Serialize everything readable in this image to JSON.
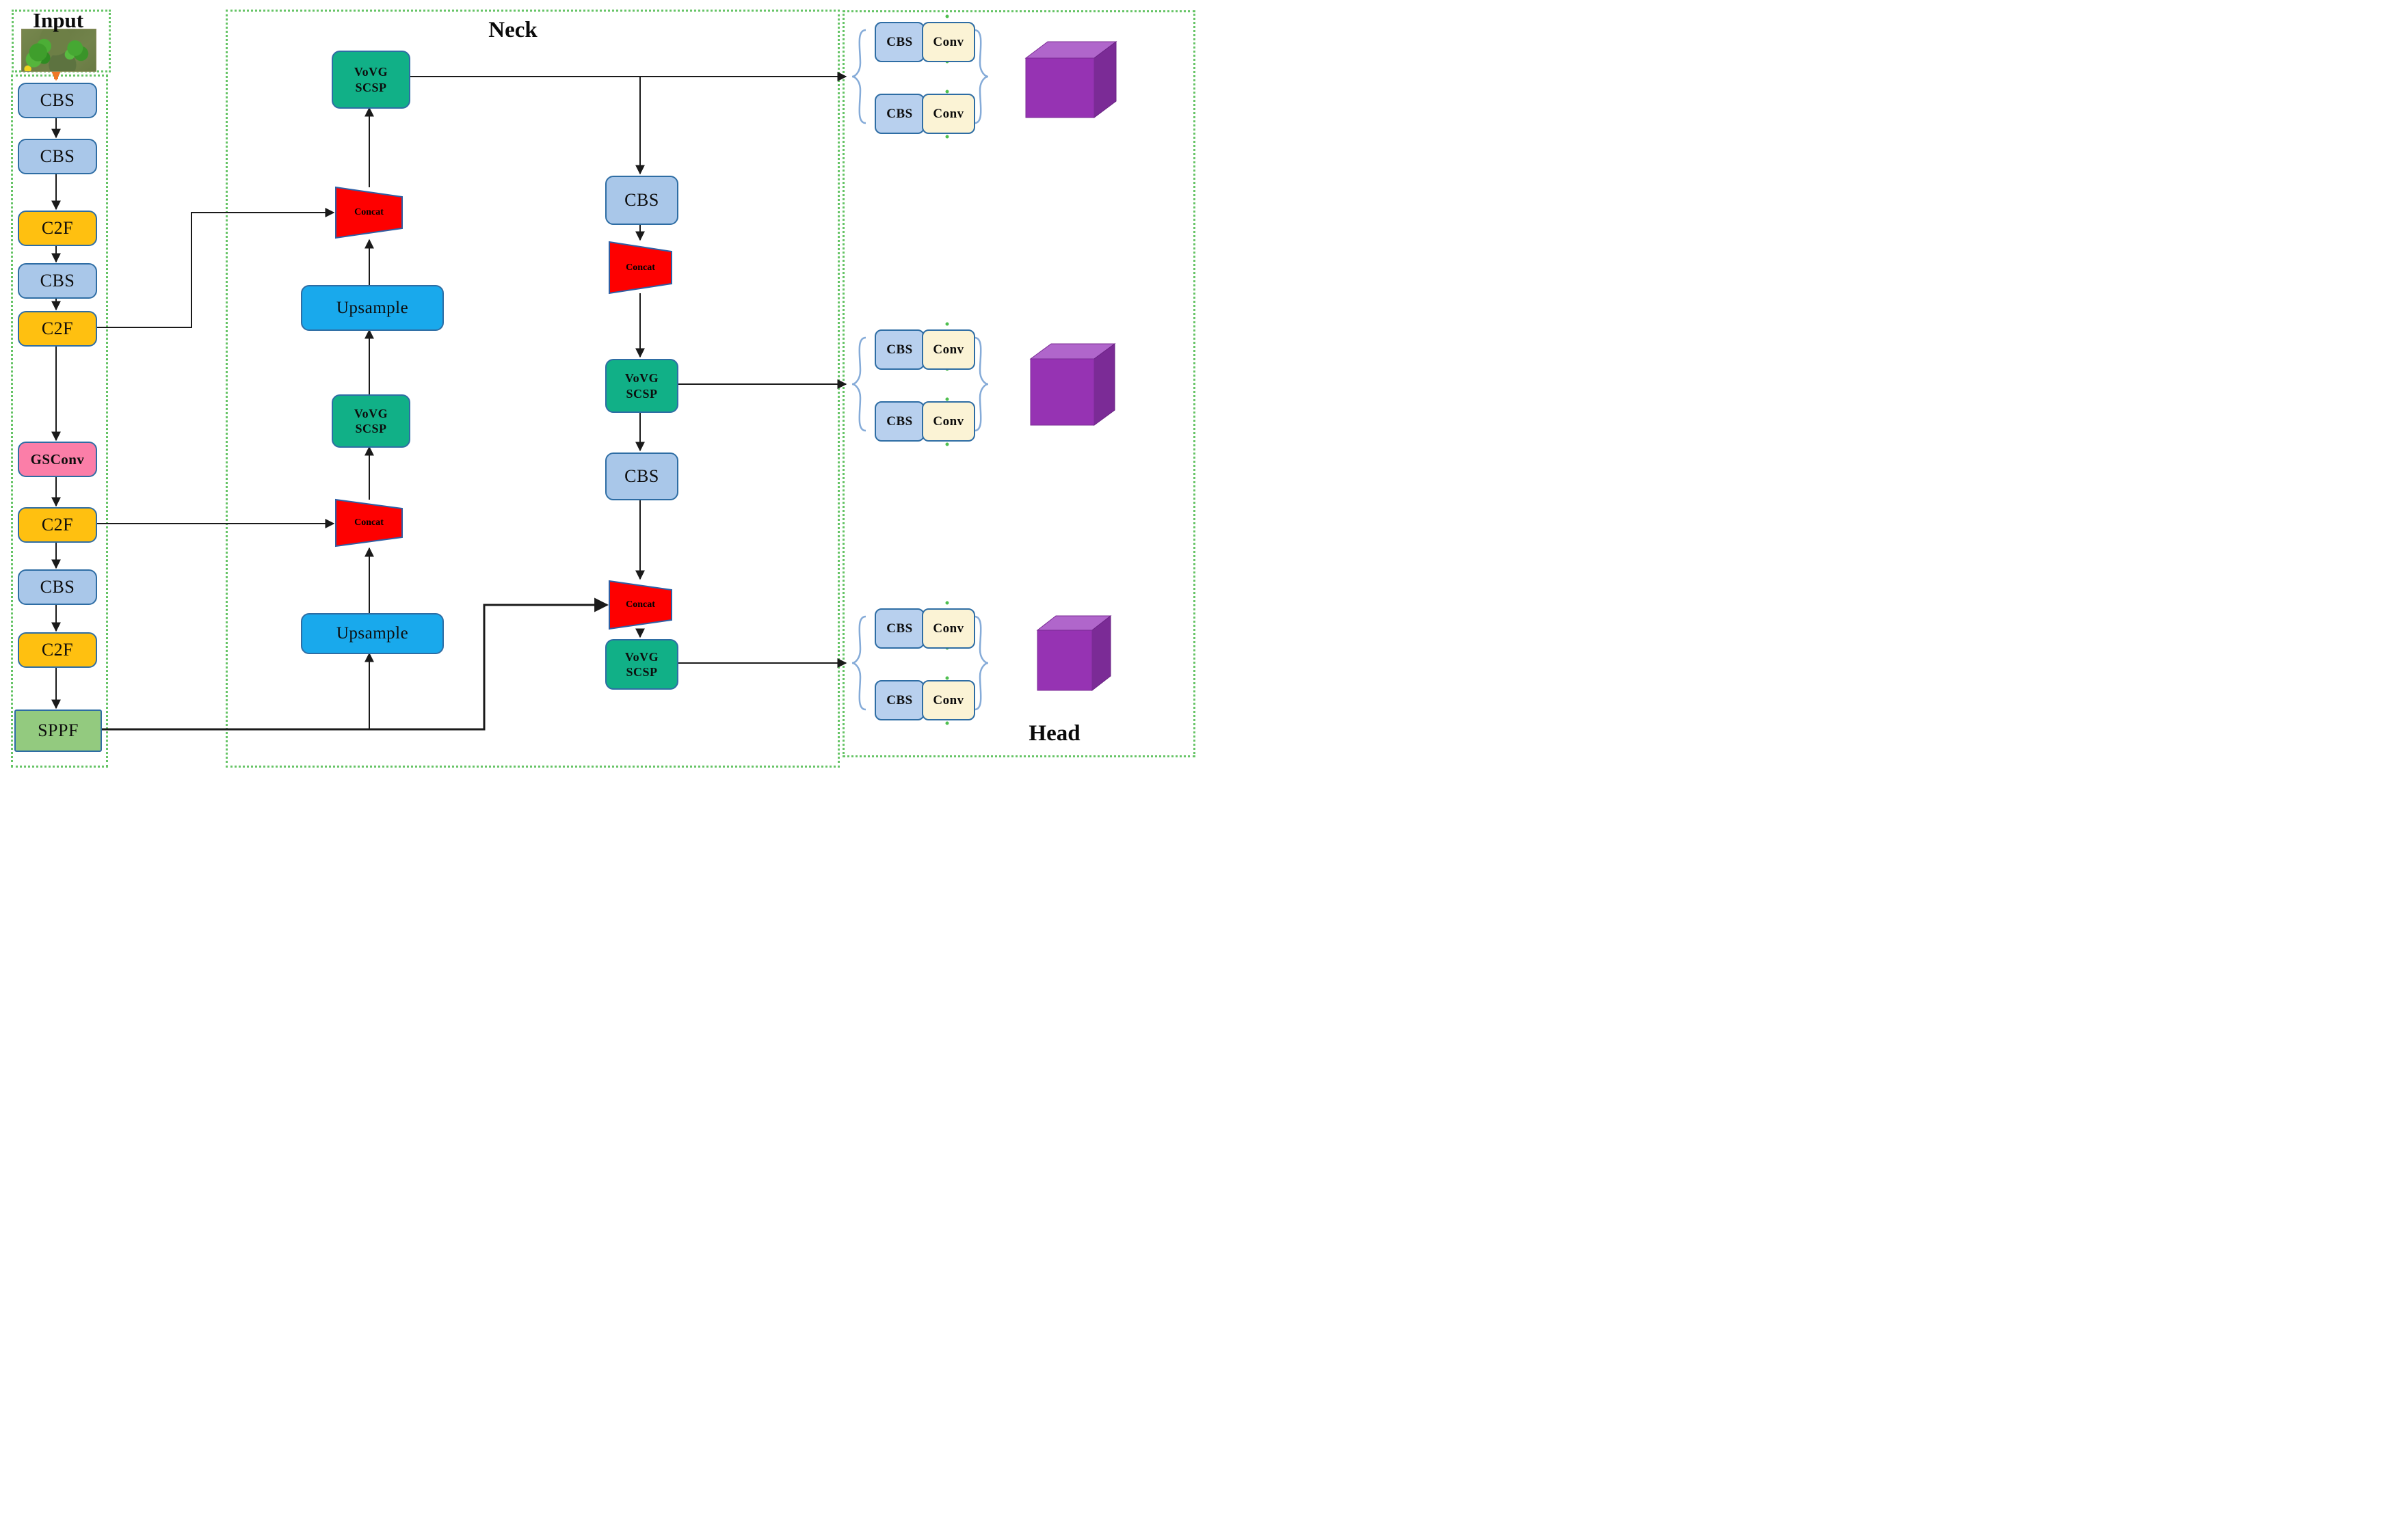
{
  "input": {
    "title": "Input"
  },
  "backbone": {
    "blocks": [
      "CBS",
      "CBS",
      "C2F",
      "CBS",
      "C2F",
      "GSConv",
      "C2F",
      "CBS",
      "C2F",
      "SPPF"
    ]
  },
  "neck": {
    "title": "Neck",
    "blocks": {
      "vovg1": {
        "line1": "VoVG",
        "line2": "SCSP"
      },
      "concat1": "Concat",
      "upsample1": "Upsample",
      "vovg2": {
        "line1": "VoVG",
        "line2": "SCSP"
      },
      "concat2": "Concat",
      "upsample2": "Upsample",
      "cbs_a": "CBS",
      "concat3": "Concat",
      "vovg3": {
        "line1": "VoVG",
        "line2": "SCSP"
      },
      "cbs_b": "CBS",
      "concat4": "Concat",
      "vovg4": {
        "line1": "VoVG",
        "line2": "SCSP"
      }
    }
  },
  "head": {
    "title": "Head",
    "groups": [
      {
        "rows": [
          [
            "CBS",
            "Conv"
          ],
          [
            "CBS",
            "Conv"
          ]
        ]
      },
      {
        "rows": [
          [
            "CBS",
            "Conv"
          ],
          [
            "CBS",
            "Conv"
          ]
        ]
      },
      {
        "rows": [
          [
            "CBS",
            "Conv"
          ],
          [
            "CBS",
            "Conv"
          ]
        ]
      }
    ]
  },
  "colors": {
    "cbs_fill": "#a9c7e9",
    "cbs_border": "#2e6da4",
    "c2f_fill": "#ffc010",
    "gsconv_fill": "#fb7ea8",
    "sppf_fill": "#93ca7f",
    "vovg_fill": "#11b087",
    "upsample_fill": "#19a9ec",
    "concat_fill": "#fe0000",
    "conv_fill": "#fbf3d5",
    "head_cbs_fill": "#b8d0ee",
    "cube_front": "#9633b3",
    "cube_top": "#b066cb",
    "cube_side": "#7b2b96",
    "dotted_border": "#66c466",
    "arrow": "#1a1a1a",
    "input_arrow": "#f07828",
    "brace": "#85abd8",
    "dot_green": "#4fbf4f"
  }
}
